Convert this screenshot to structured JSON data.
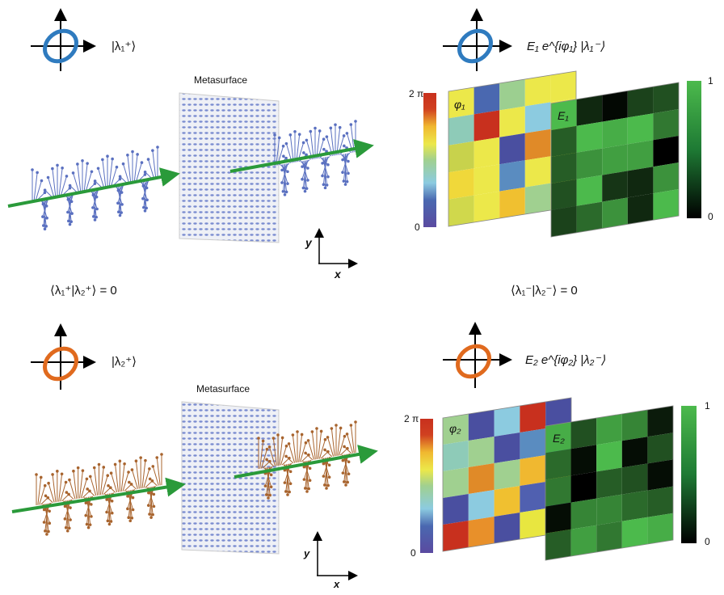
{
  "panels": [
    {
      "input_ket": "|λ₁⁺⟩",
      "metasurface_label": "Metasurface",
      "output_ket": "E₁ e^{iφ₁} |λ₁⁻⟩",
      "input_orthogonality": "⟨λ₁⁺|λ₂⁺⟩ = 0",
      "output_orthogonality": "⟨λ₁⁻|λ₂⁻⟩ = 0",
      "phase_label": "φ₁",
      "amp_label": "E₁",
      "polarization_color": "#2f7bbf",
      "helix_color": "#5a70c0",
      "phase_colors": [
        [
          "#ece84a",
          "#4a68b0",
          "#9ccf90",
          "#ece84a",
          "#ece84a"
        ],
        [
          "#8ecbb8",
          "#c8301e",
          "#ece84a",
          "#8ccbe0",
          "#ece84a"
        ],
        [
          "#c8d24c",
          "#ece84a",
          "#4a4fa0",
          "#e08a28",
          "#ece84a"
        ],
        [
          "#f0d83a",
          "#ece84a",
          "#5a8cc0",
          "#ece84a",
          "#ece84a"
        ],
        [
          "#d0d84c",
          "#ece84a",
          "#f0c030",
          "#a0d090",
          "#ece84a"
        ]
      ],
      "amplitudes": [
        [
          0.7,
          0.15,
          0.03,
          0.25,
          0.3
        ],
        [
          0.35,
          0.7,
          0.65,
          0.7,
          0.45
        ],
        [
          0.35,
          0.55,
          0.6,
          0.6,
          0.0
        ],
        [
          0.3,
          0.7,
          0.2,
          0.15,
          0.55
        ],
        [
          0.25,
          0.4,
          0.55,
          0.15,
          0.7
        ]
      ]
    },
    {
      "input_ket": "|λ₂⁺⟩",
      "metasurface_label": "Metasurface",
      "output_ket": "E₂ e^{iφ₂} |λ₂⁻⟩",
      "phase_label": "φ₂",
      "amp_label": "E₂",
      "polarization_color": "#e06a1e",
      "helix_color": "#a8642e",
      "phase_colors": [
        [
          "#a0d090",
          "#4a4fa0",
          "#8ccbe0",
          "#c8301e",
          "#4a4fa0"
        ],
        [
          "#8ecbb8",
          "#a0d090",
          "#4a4fa0",
          "#5a8cc0",
          "#5a8cc0"
        ],
        [
          "#a0d090",
          "#e08a28",
          "#a0d090",
          "#f0b830",
          "#f0b830"
        ],
        [
          "#4a4fa0",
          "#8ccbe0",
          "#f0c030",
          "#5060b0",
          "#5060b0"
        ],
        [
          "#c8301e",
          "#e8902a",
          "#4a4fa0",
          "#e8e640",
          "#e8e640"
        ]
      ],
      "amplitudes": [
        [
          0.65,
          0.3,
          0.6,
          0.5,
          0.1
        ],
        [
          0.4,
          0.05,
          0.7,
          0.05,
          0.3
        ],
        [
          0.45,
          0.0,
          0.35,
          0.3,
          0.05
        ],
        [
          0.05,
          0.5,
          0.5,
          0.4,
          0.35
        ],
        [
          0.35,
          0.6,
          0.45,
          0.7,
          0.65
        ]
      ]
    }
  ],
  "axes": {
    "x_label": "x",
    "y_label": "y"
  },
  "phase_bar": {
    "max_label": "2 π",
    "min_label": "0"
  },
  "amp_bar": {
    "max_label": "1",
    "min_label": "0"
  },
  "colors": {
    "beam_arrow": "#2a9a3a",
    "amp_max": "#4cba4c",
    "metasurface_dot": "#6a80c8"
  }
}
